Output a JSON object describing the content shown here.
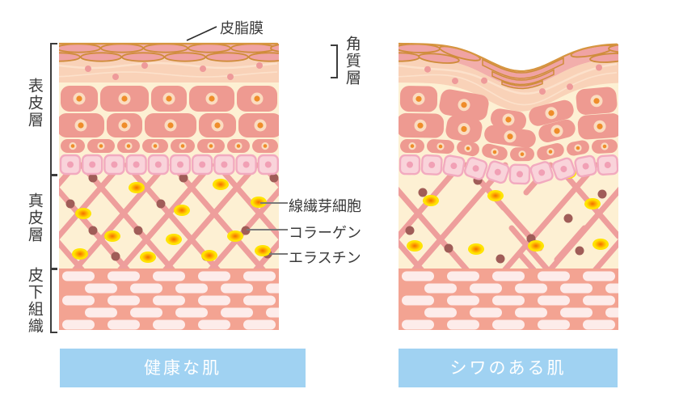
{
  "annotations": {
    "sebum_film": "皮脂膜",
    "stratum_corneum": "角質層",
    "epidermis": "表皮層",
    "dermis": "真皮層",
    "subcutaneous_tissue": "皮下組織",
    "fibroblast": "線繊芽細胞",
    "collagen": "コラーゲン",
    "elastin": "エラスチン"
  },
  "captions": {
    "healthy": "健康な肌",
    "wrinkled": "シワのある肌"
  },
  "colors": {
    "cream": "#fdf0d3",
    "corneum_band": "#f2aeab",
    "corneum_cell": "#f0a3a3",
    "corneum_stroke": "#cf8c3a",
    "surface_line": "#d6953f",
    "granular_band": "#f9d2b8",
    "granular_streak": "#fce1cb",
    "granular_dot": "#ee9a9a",
    "cell_fill": "#ee9a91",
    "nucleus_ring": "#fbdcc0",
    "nucleus_core": "#ef8d2a",
    "basal_fill": "#f9d3da",
    "basal_stroke": "#f2aabf",
    "basal_nucleus": "#f1a0b5",
    "fiber": "#ee9e9c",
    "dark_dot": "#a05d58",
    "yellow_core": "#f06f00",
    "yellow_mid": "#ffaa00",
    "yellow_edge": "#ffe400",
    "subcut_bg": "#f3a392",
    "capsule": "#fdecea",
    "banner_bg": "#a0d2f2",
    "banner_text": "#ffffff",
    "label_color": "#3a3a3a",
    "pointer_color": "#7a7a7a"
  }
}
